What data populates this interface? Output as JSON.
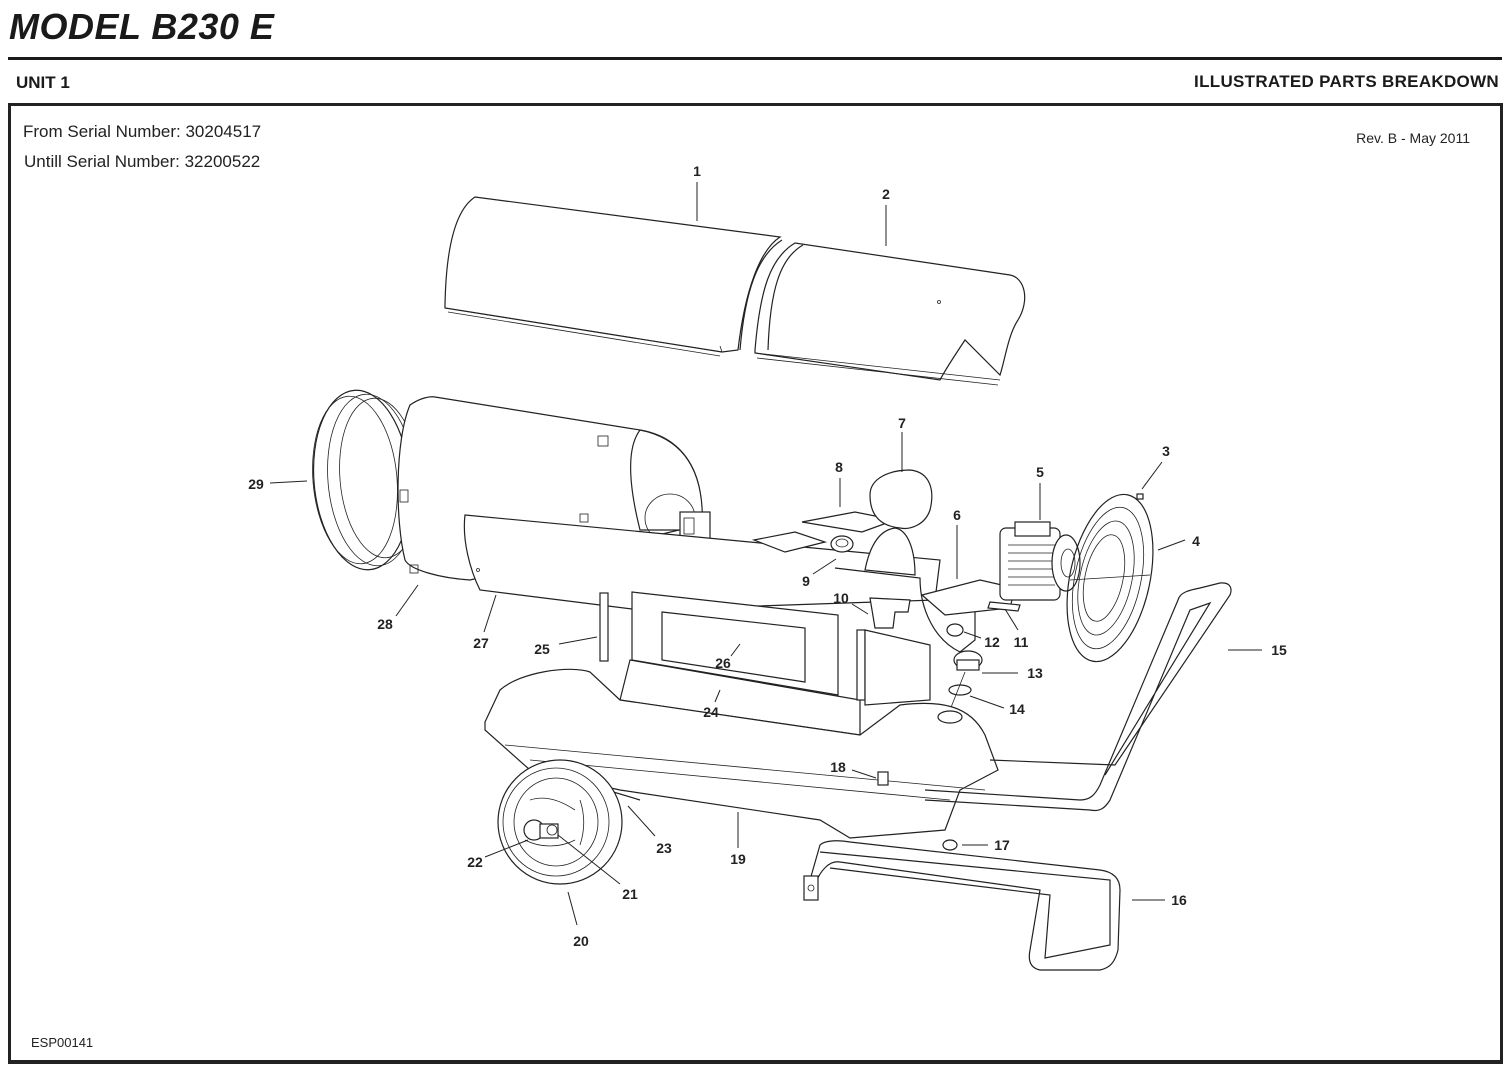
{
  "header": {
    "model_title": "MODEL B230 E",
    "unit_label": "UNIT 1",
    "section_label": "ILLUSTRATED PARTS BREAKDOWN"
  },
  "serials": {
    "from": "From Serial Number: 30204517",
    "until": "Untill Serial Number: 32200522"
  },
  "revision": "Rev. B - May 2011",
  "document_code": "ESP00141",
  "callouts": [
    {
      "id": "1",
      "label": "1"
    },
    {
      "id": "2",
      "label": "2"
    },
    {
      "id": "3",
      "label": "3"
    },
    {
      "id": "4",
      "label": "4"
    },
    {
      "id": "5",
      "label": "5"
    },
    {
      "id": "6",
      "label": "6"
    },
    {
      "id": "7",
      "label": "7"
    },
    {
      "id": "8",
      "label": "8"
    },
    {
      "id": "9",
      "label": "9"
    },
    {
      "id": "10",
      "label": "10"
    },
    {
      "id": "11",
      "label": "11"
    },
    {
      "id": "12",
      "label": "12"
    },
    {
      "id": "13",
      "label": "13"
    },
    {
      "id": "14",
      "label": "14"
    },
    {
      "id": "15",
      "label": "15"
    },
    {
      "id": "16",
      "label": "16"
    },
    {
      "id": "17",
      "label": "17"
    },
    {
      "id": "18",
      "label": "18"
    },
    {
      "id": "19",
      "label": "19"
    },
    {
      "id": "20",
      "label": "20"
    },
    {
      "id": "21",
      "label": "21"
    },
    {
      "id": "22",
      "label": "22"
    },
    {
      "id": "23",
      "label": "23"
    },
    {
      "id": "24",
      "label": "24"
    },
    {
      "id": "25",
      "label": "25"
    },
    {
      "id": "26",
      "label": "26"
    },
    {
      "id": "27",
      "label": "27"
    },
    {
      "id": "28",
      "label": "28"
    },
    {
      "id": "29",
      "label": "29"
    }
  ],
  "colors": {
    "ink": "#222222",
    "paper": "#ffffff"
  }
}
